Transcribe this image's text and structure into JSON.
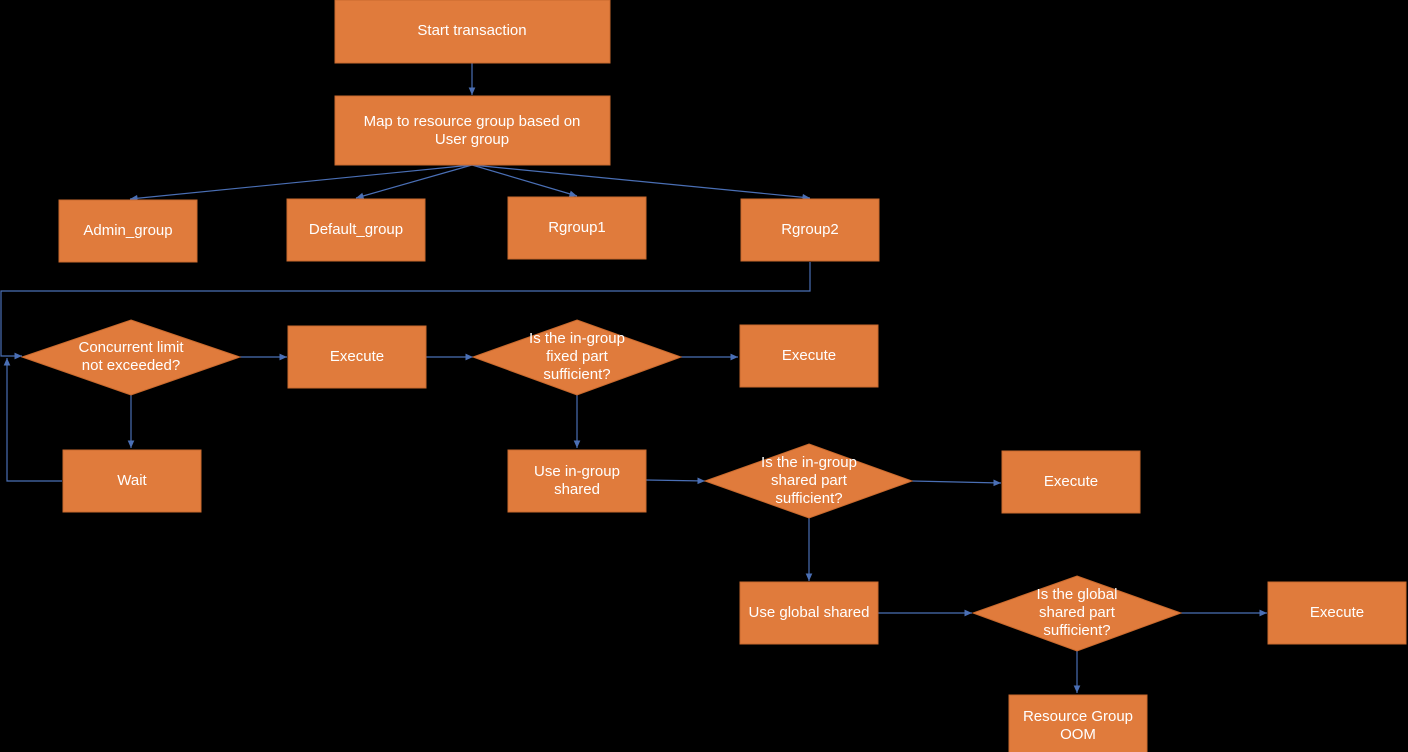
{
  "colors": {
    "background": "#000000",
    "node_fill": "#e07b3c",
    "node_stroke": "#c96a2e",
    "connector": "#4a6fb5"
  },
  "nodes": {
    "start": {
      "lines": [
        "Start transaction"
      ]
    },
    "map_group": {
      "lines": [
        "Map to resource group based on",
        "User group"
      ]
    },
    "admin_group": {
      "lines": [
        "Admin_group"
      ]
    },
    "default_group": {
      "lines": [
        "Default_group"
      ]
    },
    "rgroup1": {
      "lines": [
        "Rgroup1"
      ]
    },
    "rgroup2": {
      "lines": [
        "Rgroup2"
      ]
    },
    "concurrent_check": {
      "lines": [
        "Concurrent limit",
        "not exceeded?"
      ]
    },
    "wait": {
      "lines": [
        "Wait"
      ]
    },
    "execute_1": {
      "lines": [
        "Execute"
      ]
    },
    "fixed_check": {
      "lines": [
        "Is the in-group",
        "fixed part",
        "sufficient?"
      ]
    },
    "execute_2": {
      "lines": [
        "Execute"
      ]
    },
    "use_ingroup_shared": {
      "lines": [
        "Use in-group",
        "shared"
      ]
    },
    "shared_check": {
      "lines": [
        "Is the in-group",
        "shared part",
        "sufficient?"
      ]
    },
    "execute_3": {
      "lines": [
        "Execute"
      ]
    },
    "use_global_shared": {
      "lines": [
        "Use global shared"
      ]
    },
    "global_check": {
      "lines": [
        "Is the global",
        "shared part",
        "sufficient?"
      ]
    },
    "execute_4": {
      "lines": [
        "Execute"
      ]
    },
    "oom": {
      "lines": [
        "Resource Group",
        "OOM"
      ]
    }
  }
}
